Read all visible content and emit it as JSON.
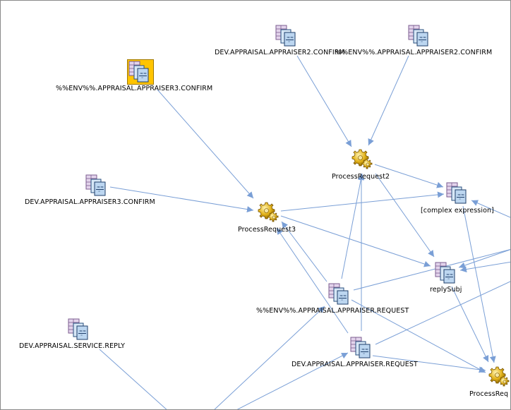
{
  "colors": {
    "edge": "#7a9fd6",
    "selection": "#ffc400"
  },
  "nodes": [
    {
      "id": "n_dev_appr2_confirm",
      "label": "DEV.APPRAISAL.APPRAISER2.CONFIRM",
      "kind": "destination",
      "icon": "queue-document-icon"
    },
    {
      "id": "n_env_appr2_confirm",
      "label": "%%ENV%%.APPRAISAL.APPRAISER2.CONFIRM",
      "kind": "destination",
      "icon": "queue-document-icon"
    },
    {
      "id": "n_env_appr3_confirm",
      "label": "%%ENV%%.APPRAISAL.APPRAISER3.CONFIRM",
      "kind": "destination",
      "icon": "queue-document-icon",
      "selected": true
    },
    {
      "id": "n_dev_appr3_confirm",
      "label": "DEV.APPRAISAL.APPRAISER3.CONFIRM",
      "kind": "destination",
      "icon": "queue-document-icon"
    },
    {
      "id": "n_process2",
      "label": "ProcessRequest2",
      "kind": "process",
      "icon": "gears-icon"
    },
    {
      "id": "n_process3",
      "label": "ProcessRequest3",
      "kind": "process",
      "icon": "gears-icon"
    },
    {
      "id": "n_complex",
      "label": "[complex expression]",
      "kind": "destination",
      "icon": "queue-document-icon"
    },
    {
      "id": "n_replysubj",
      "label": "replySubj",
      "kind": "destination",
      "icon": "queue-document-icon"
    },
    {
      "id": "n_env_appr_request",
      "label": "%%ENV%%.APPRAISAL.APPRAISER.REQUEST",
      "kind": "destination",
      "icon": "queue-document-icon"
    },
    {
      "id": "n_dev_service_reply",
      "label": "DEV.APPRAISAL.SERVICE.REPLY",
      "kind": "destination",
      "icon": "queue-document-icon"
    },
    {
      "id": "n_dev_appr_request",
      "label": "DEV.APPRAISAL.APPRAISER.REQUEST",
      "kind": "destination",
      "icon": "queue-document-icon"
    },
    {
      "id": "n_process_r",
      "label": "ProcessReq",
      "kind": "process",
      "icon": "gears-icon"
    }
  ],
  "edges": [
    [
      "n_dev_appr2_confirm",
      "n_process2"
    ],
    [
      "n_env_appr2_confirm",
      "n_process2"
    ],
    [
      "n_env_appr3_confirm",
      "n_process3"
    ],
    [
      "n_dev_appr3_confirm",
      "n_process3"
    ],
    [
      "n_process2",
      "n_complex"
    ],
    [
      "n_process2",
      "n_replysubj"
    ],
    [
      "n_process3",
      "n_complex"
    ],
    [
      "n_process3",
      "n_replysubj"
    ],
    [
      "n_env_appr_request",
      "n_process2"
    ],
    [
      "n_env_appr_request",
      "n_process3"
    ],
    [
      "n_env_appr_request",
      "n_process_r"
    ],
    [
      "n_env_appr_request",
      "n_offscreen_right"
    ],
    [
      "n_dev_appr_request",
      "n_process2"
    ],
    [
      "n_dev_appr_request",
      "n_process3"
    ],
    [
      "n_dev_appr_request",
      "n_process_r"
    ],
    [
      "n_dev_appr_request",
      "n_offscreen_right"
    ],
    [
      "n_replysubj",
      "n_process_r"
    ],
    [
      "n_complex",
      "n_process_r"
    ],
    [
      "n_offscreen_right",
      "n_replysubj"
    ],
    [
      "n_offscreen_right",
      "n_complex"
    ],
    [
      "n_offscreen_right2",
      "n_replysubj"
    ],
    [
      "n_offscreen_bottom_l",
      "n_env_appr_request"
    ],
    [
      "n_offscreen_bottom_m",
      "n_dev_appr_request"
    ],
    [
      "n_dev_service_reply",
      "n_offscreen_bottom_l"
    ]
  ]
}
